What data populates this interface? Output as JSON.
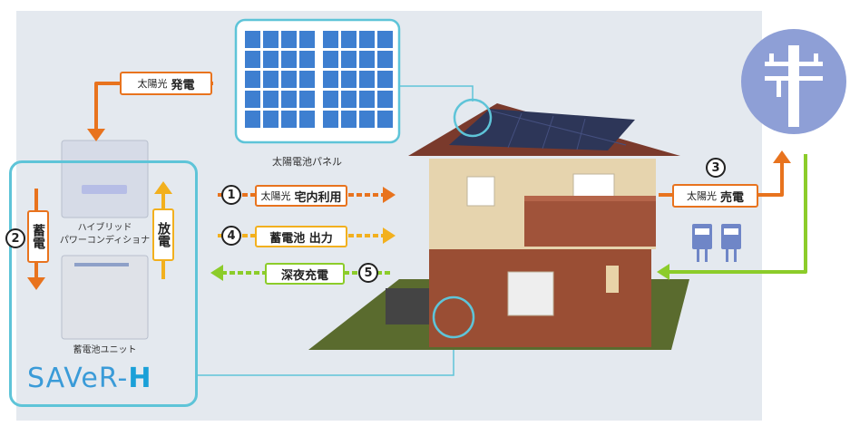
{
  "diagram": {
    "solar_panel_caption": "太陽電池パネル",
    "pcs_caption_line1": "ハイブリッド",
    "pcs_caption_line2": "パワーコンディショナ",
    "battery_caption": "蓄電池ユニット",
    "brand_main": "SAVeR-",
    "brand_h": "H",
    "label_generation_small": "太陽光",
    "label_generation_big": "発電",
    "label_charge_vertical": "蓄電",
    "label_discharge_vertical": "放電",
    "flow1_num": "1",
    "flow1_small": "太陽光",
    "flow1_big": "宅内利用",
    "flow4_num": "4",
    "flow4_text": "蓄電池 出力",
    "flow5_num": "5",
    "flow5_text": "深夜充電",
    "flow2_num": "2",
    "flow3_num": "3",
    "sell_small": "太陽光",
    "sell_big": "売電"
  },
  "colors": {
    "orange": "#e8731e",
    "yellow": "#f2b01e",
    "green": "#8ccc2a",
    "cyan": "#5ec4d8",
    "pole_blue": "#8e9fd6",
    "meter_blue": "#6f86c7"
  }
}
